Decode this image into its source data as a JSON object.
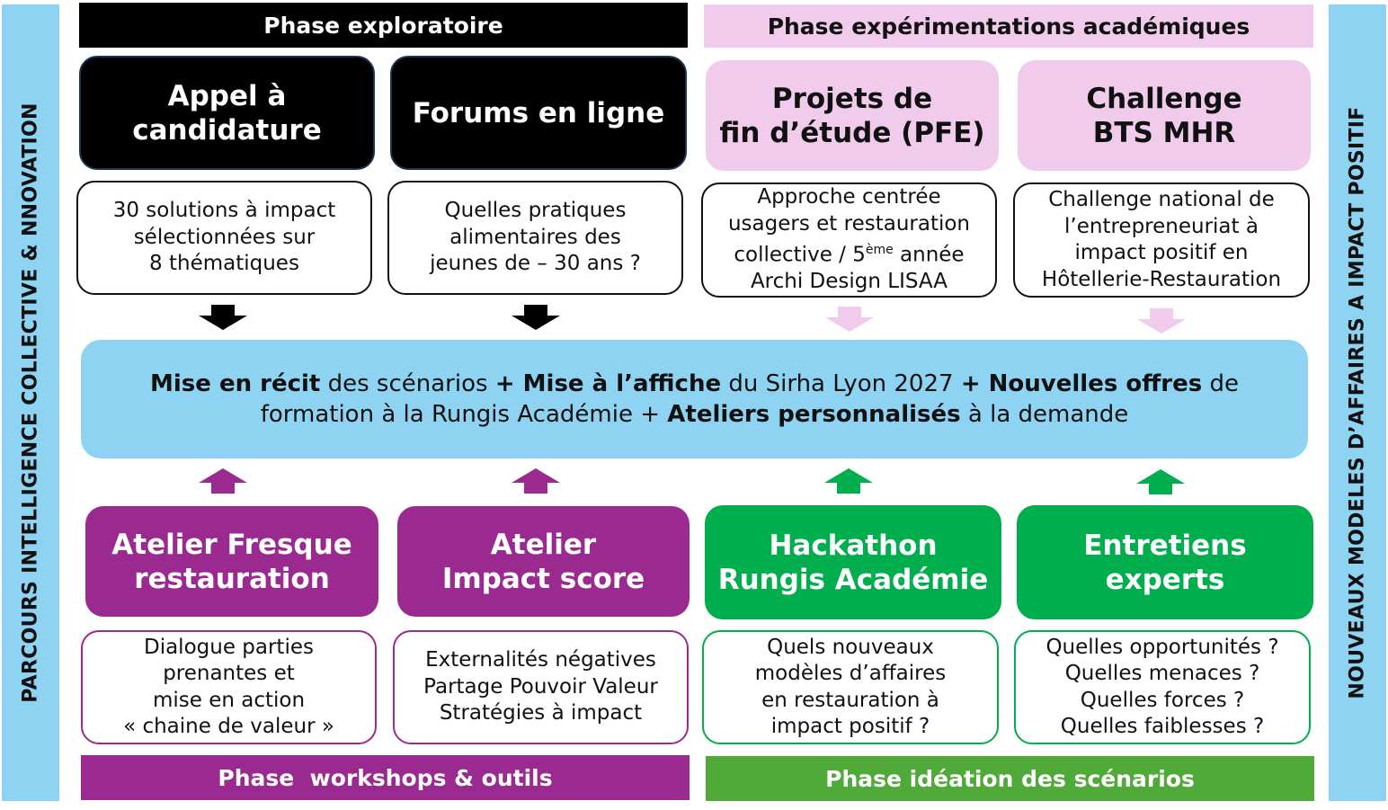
{
  "side_left": "PARCOURS INTELLIGENCE COLLECTIVE & NNOVATION",
  "side_right": "NOUVEAUX MODELES D’AFFAIRES A IMPACT POSITIF",
  "phases": {
    "exploratoire": "Phase exploratoire",
    "experimentations": "Phase expérimentations académiques",
    "workshops": "Phase  workshops & outils",
    "ideation": "Phase idéation des scénarios"
  },
  "top_cards": [
    {
      "title": [
        "Appel à",
        "candidature"
      ],
      "desc": [
        "30 solutions à impact",
        "sélectionnées sur",
        "8 thématiques"
      ]
    },
    {
      "title": [
        "Forums en ligne"
      ],
      "desc": [
        "Quelles pratiques",
        "alimentaires des",
        "jeunes de – 30 ans ?"
      ]
    },
    {
      "title": [
        "Projets de",
        "fin d’étude (PFE)"
      ],
      "desc": [
        "Approche centrée",
        "usagers et restauration",
        "collective / 5",
        "ème",
        " année",
        "Archi Design LISAA"
      ]
    },
    {
      "title": [
        "Challenge",
        "BTS MHR"
      ],
      "desc": [
        "Challenge national de",
        "l’entrepreneuriat à",
        "impact positif en",
        "Hôtellerie-Restauration"
      ]
    }
  ],
  "central": {
    "s1_bold": "Mise en récit",
    "s1": " des scénarios ",
    "s2_bold": "+ Mise à l’affiche",
    "s2": " du Sirha Lyon 2027 ",
    "s3_bold": "+ Nouvelles offres",
    "s3": " de",
    "s4": "formation à la Rungis Académie + ",
    "s5_bold": "Ateliers personnalisés",
    "s5": " à la demande"
  },
  "bottom_cards": [
    {
      "title": [
        "Atelier Fresque",
        "restauration"
      ],
      "desc": [
        "Dialogue parties",
        "prenantes et",
        "mise en action",
        "« chaine de valeur »"
      ]
    },
    {
      "title": [
        "Atelier",
        "Impact score"
      ],
      "desc": [
        "Externalités négatives",
        "Partage Pouvoir Valeur",
        "Stratégies à impact"
      ]
    },
    {
      "title": [
        "Hackathon",
        "Rungis Académie"
      ],
      "desc": [
        "Quels nouveaux",
        "modèles d’affaires",
        "en restauration à",
        "impact positif ?"
      ]
    },
    {
      "title": [
        "Entretiens",
        "experts"
      ],
      "desc": [
        "Quelles opportunités ?",
        "Quelles menaces ?",
        "Quelles forces ?",
        "Quelles faiblesses ?"
      ]
    }
  ],
  "colors": {
    "side": "#8fd3f3",
    "black": "#000000",
    "pink": "#f0cbec",
    "purple": "#9b2a90",
    "green": "#00ae4d",
    "ideation_bar": "#4faa3a",
    "central": "#8fd3f3"
  }
}
